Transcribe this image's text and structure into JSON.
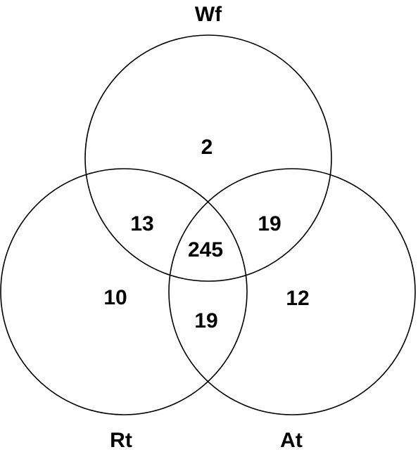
{
  "diagram": {
    "type": "venn",
    "sets": [
      {
        "key": "wf",
        "label": "Wf"
      },
      {
        "key": "rt",
        "label": "Rt"
      },
      {
        "key": "at",
        "label": "At"
      }
    ],
    "regions": {
      "wf_only": "2",
      "rt_only": "10",
      "at_only": "12",
      "wf_rt": "13",
      "wf_at": "19",
      "rt_at": "19",
      "wf_rt_at": "245"
    },
    "colors": {
      "stroke": "#000000",
      "text": "#000000",
      "background": "#ffffff"
    }
  }
}
